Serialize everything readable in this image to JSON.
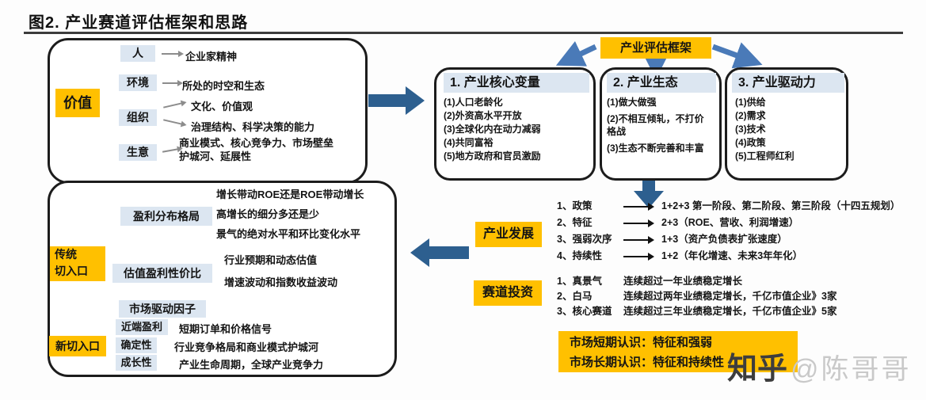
{
  "page": {
    "title": "图2. 产业赛道评估框架和思路"
  },
  "watermark": {
    "brand": "知乎",
    "user": "@陈哥哥"
  },
  "colors": {
    "highlight_yellow": "#FFC000",
    "label_blue": "#DCE6F1",
    "arrow_dark_blue": "#2D5F8F",
    "arrow_light_blue": "#4A7AB8"
  },
  "value_map": {
    "root": "价值",
    "branches": [
      {
        "label": "人",
        "texts": [
          "企业家精神"
        ]
      },
      {
        "label": "环境",
        "texts": [
          "所处的时空和生态"
        ]
      },
      {
        "label": "组织",
        "texts": [
          "文化、价值观",
          "治理结构、科学决策的能力"
        ]
      },
      {
        "label": "生意",
        "texts": [
          "商业模式、核心竞争力、市场壁垒\n护城河、延展性"
        ]
      }
    ]
  },
  "framework": {
    "label": "产业评估框架",
    "boxes": [
      {
        "title": "1. 产业核心变量",
        "items": [
          "(1)人口老龄化",
          "(2)外资高水平开放",
          "(3)全球化内在动力减弱",
          "(4)共同富裕",
          "(5)地方政府和官员激励"
        ]
      },
      {
        "title": "2. 产业生态",
        "items": [
          "(1)做大做强",
          "(2)不相互倾轧，不打价格战",
          "(3)生态不断完善和丰富"
        ]
      },
      {
        "title": "3. 产业驱动力",
        "items": [
          "(1)供给",
          "(2)需求",
          "(3)技术",
          "(4)政策",
          "(5)工程师红利"
        ]
      }
    ]
  },
  "development": {
    "label": "产业发展",
    "rows": [
      {
        "name": "1、政策",
        "value": "1+2+3 第一阶段、第二阶段、第三阶段（十四五规划）"
      },
      {
        "name": "2、特征",
        "value": "2+3（ROE、营收、利润增速）"
      },
      {
        "name": "3、强弱次序",
        "value": "1+3（资产负债表扩张速度）"
      },
      {
        "name": "4、持续性",
        "value": "1+2（年化增速、未来3年年化）"
      }
    ]
  },
  "investment": {
    "label": "赛道投资",
    "rows": [
      {
        "name": "1、真景气",
        "value": "连续超过一年业绩稳定增长"
      },
      {
        "name": "2、白马",
        "value": "连续超过两年业绩稳定增长，千亿市值企业》3家"
      },
      {
        "name": "3、核心赛道",
        "value": "连续超过三年业绩稳定增长，千亿市值企业》5家"
      }
    ]
  },
  "market_view": {
    "lines": [
      "市场短期认识：特征和强弱",
      "市场长期认识：特征和持续性"
    ]
  },
  "traditional_entry": {
    "label": "传统\n切入口",
    "groups": [
      {
        "label": "盈利分布格局",
        "items": [
          "增长带动ROE还是ROE带动增长",
          "高增长的细分多还是少",
          "景气的绝对水平和环比变化水平"
        ]
      },
      {
        "label": "估值盈利性价比",
        "items": [
          "行业预期和动态估值",
          "增速波动和指数收益波动"
        ]
      },
      {
        "label": "市场驱动因子",
        "items": []
      }
    ]
  },
  "new_entry": {
    "label": "新切入口",
    "rows": [
      {
        "label": "近端盈利",
        "text": "短期订单和价格信号"
      },
      {
        "label": "确定性",
        "text": "行业竞争格局和商业模式护城河"
      },
      {
        "label": "成长性",
        "text": "产业生命周期，全球产业竞争力"
      }
    ]
  }
}
